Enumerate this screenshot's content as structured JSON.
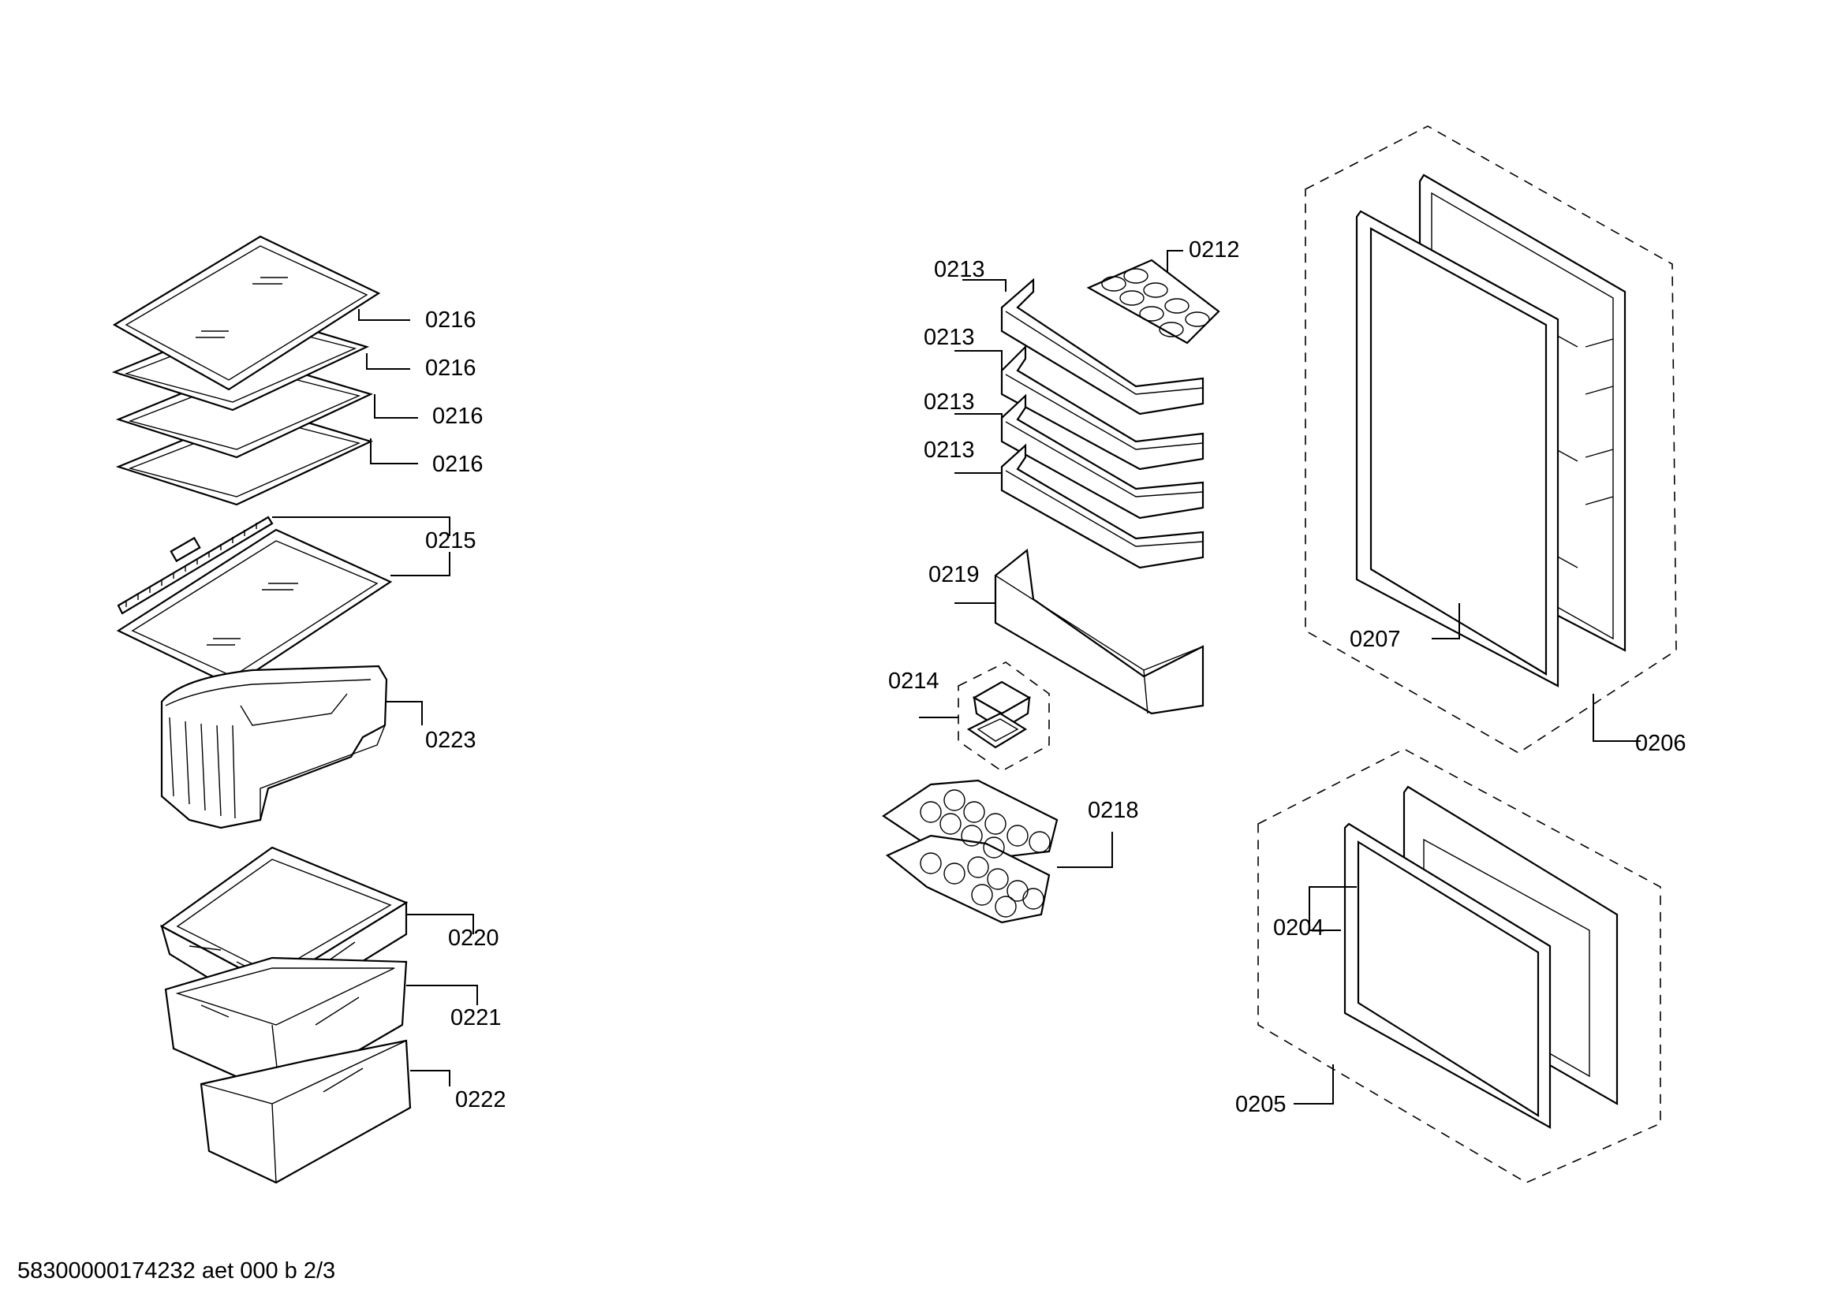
{
  "labels": {
    "shelf_1": "0216",
    "shelf_2": "0216",
    "shelf_3": "0216",
    "shelf_4": "0216",
    "shelf_rail": "0215",
    "crisper_drawer": "0223",
    "freezer_tray": "0220",
    "freezer_drawer_mid": "0221",
    "freezer_drawer_low": "0222",
    "door_bin_1": "0213",
    "door_bin_2": "0213",
    "door_bin_3": "0213",
    "door_bin_4": "0213",
    "egg_tray": "0212",
    "bottle_bin": "0219",
    "butter_box": "0214",
    "ice_tray": "0218",
    "fridge_gasket": "0207",
    "fridge_door": "0206",
    "freezer_gasket": "0204",
    "freezer_door": "0205"
  },
  "footer": "58300000174232 aet 000 b 2/3"
}
